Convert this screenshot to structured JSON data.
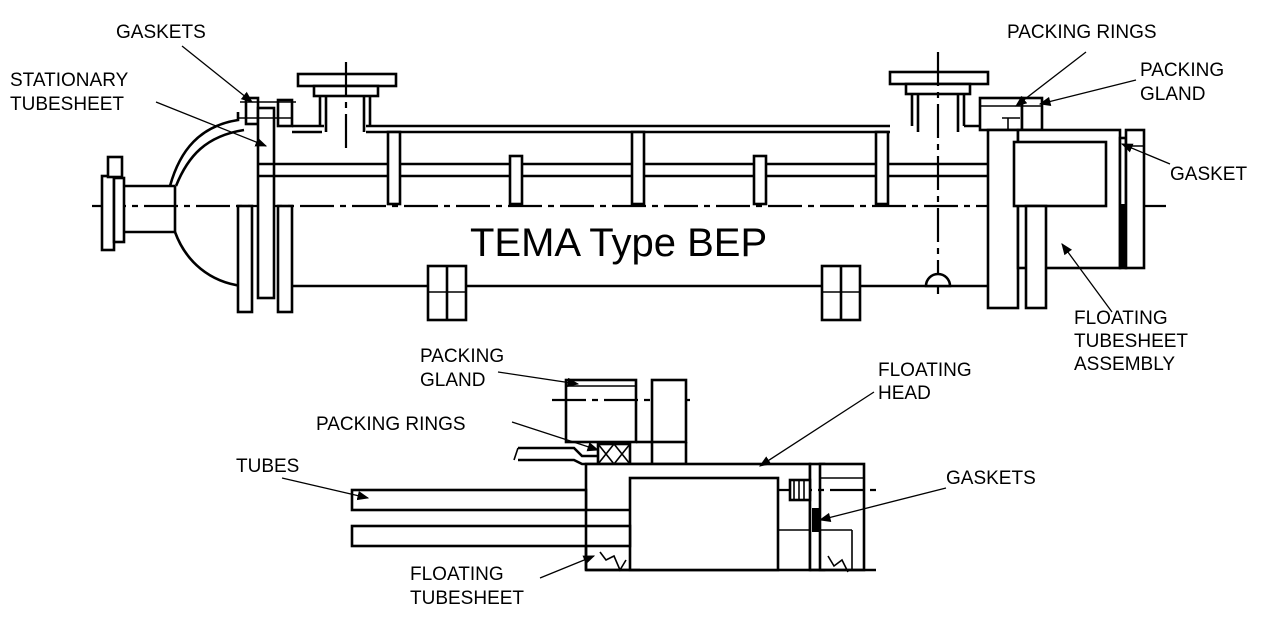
{
  "title": "TEMA Type BEP",
  "top_labels": {
    "gaskets": "GASKETS",
    "stationary_tubesheet_1": "STATIONARY",
    "stationary_tubesheet_2": "TUBESHEET",
    "packing_rings": "PACKING RINGS",
    "packing_gland_1": "PACKING",
    "packing_gland_2": "GLAND",
    "gasket": "GASKET",
    "floating_tubesheet_assembly_1": "FLOATING",
    "floating_tubesheet_assembly_2": "TUBESHEET",
    "floating_tubesheet_assembly_3": "ASSEMBLY"
  },
  "detail_labels": {
    "packing_gland_1": "PACKING",
    "packing_gland_2": "GLAND",
    "packing_rings": "PACKING RINGS",
    "tubes": "TUBES",
    "floating_head_1": "FLOATING",
    "floating_head_2": "HEAD",
    "gaskets": "GASKETS",
    "floating_tubesheet_1": "FLOATING",
    "floating_tubesheet_2": "TUBESHEET"
  },
  "colors": {
    "line": "#000000",
    "background": "#ffffff"
  }
}
